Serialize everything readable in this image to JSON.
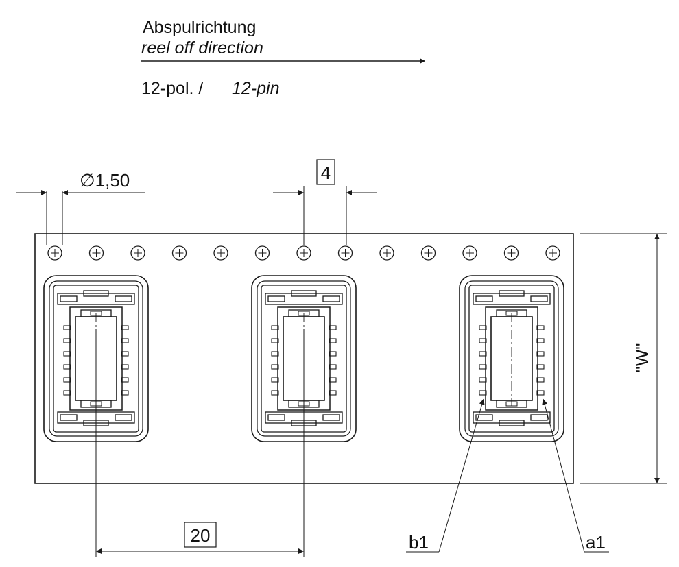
{
  "header": {
    "direction_de": "Abspulrichtung",
    "direction_en": "reel off direction",
    "pins_de": "12-pol. /",
    "pins_en": "12-pin"
  },
  "dimensions": {
    "hole_diameter": "∅1,50",
    "hole_pitch": "4",
    "part_pitch": "20",
    "tape_width": "\"W\""
  },
  "markers": {
    "b1": "b1",
    "a1": "a1"
  },
  "tape": {
    "sprocket_hole_count": 13,
    "pocket_count": 3
  }
}
